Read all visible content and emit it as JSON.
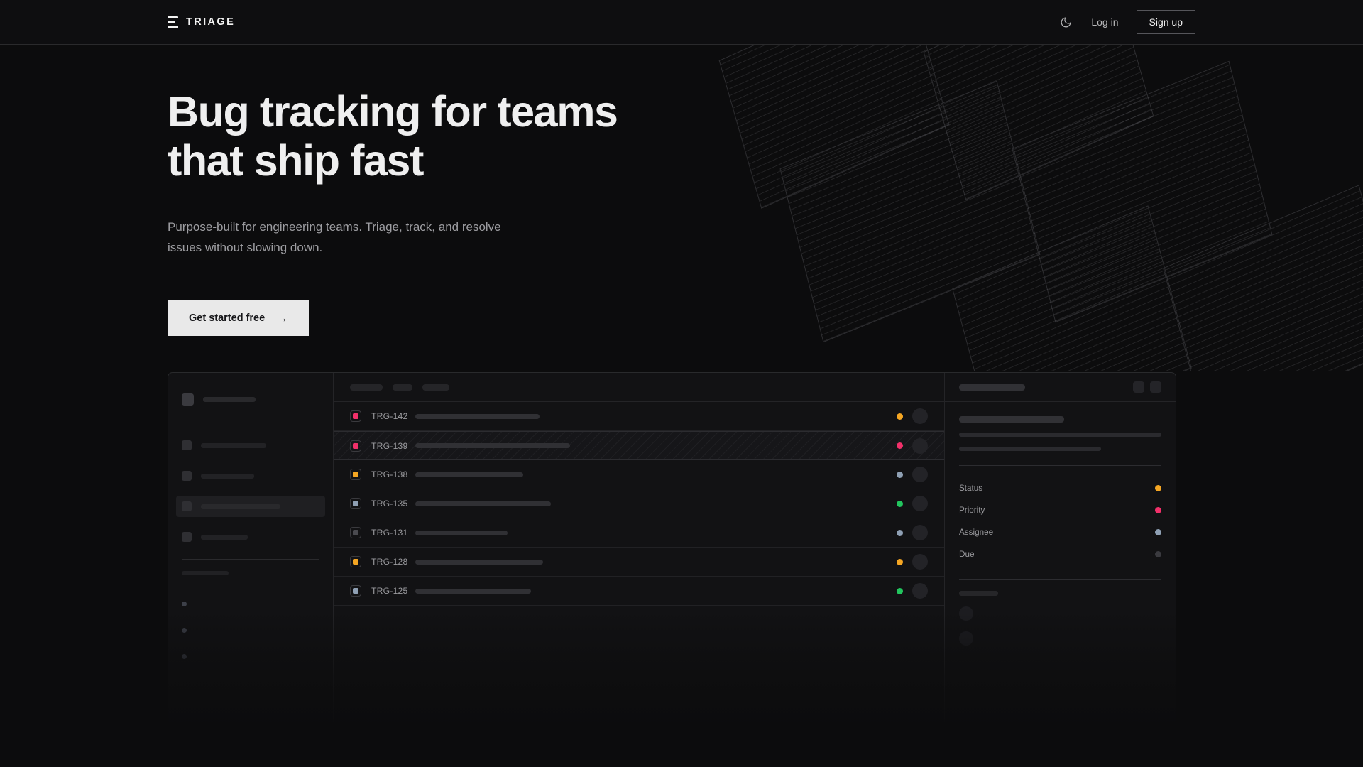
{
  "brand": {
    "name": "TRIAGE",
    "logo_icon": "stacked-bars-icon"
  },
  "nav": {
    "theme_toggle_icon": "moon-icon",
    "login_label": "Log in",
    "signup_label": "Sign up"
  },
  "hero": {
    "heading": "Bug tracking for teams that ship fast",
    "subtitle": "Purpose-built for engineering teams. Triage, track, and resolve issues without slowing down.",
    "cta_label": "Get started free",
    "cta_arrow": "→"
  },
  "colors": {
    "page_bg": "#0c0c0d",
    "header_bg": "#0e0e10",
    "panel_bg": "#121214",
    "border": "#2a2a2c",
    "text_primary": "#efefef",
    "text_muted": "#9d9da1",
    "cta_bg": "#e9e9e9",
    "cta_text": "#17171a",
    "accent_pink": "#f2306a",
    "accent_amber": "#f5a623",
    "accent_green": "#22c55e",
    "accent_blue_gray": "#8fa0b4",
    "accent_gray": "#4a4a4f"
  },
  "mock": {
    "sidebar": {
      "nav_items": [
        {
          "active": false,
          "width": 92
        },
        {
          "active": false,
          "width": 75
        },
        {
          "active": true,
          "width": 112
        },
        {
          "active": false,
          "width": 66
        }
      ],
      "logo_label_width": 74,
      "mini_items": 3
    },
    "list": {
      "header_chips": [
        46,
        28,
        38
      ],
      "rows": [
        {
          "id": "TRG-142",
          "priority_color": "#f2306a",
          "status_color": "#f5a623",
          "title_width": 175,
          "selected": false
        },
        {
          "id": "TRG-139",
          "priority_color": "#f2306a",
          "status_color": "#f2306a",
          "title_width": 218,
          "selected": true
        },
        {
          "id": "TRG-138",
          "priority_color": "#f5a623",
          "status_color": "#8fa0b4",
          "title_width": 152,
          "selected": false
        },
        {
          "id": "TRG-135",
          "priority_color": "#8fa0b4",
          "status_color": "#22c55e",
          "title_width": 191,
          "selected": false
        },
        {
          "id": "TRG-131",
          "priority_color": "#4a4a4f",
          "status_color": "#8fa0b4",
          "title_width": 130,
          "selected": false
        },
        {
          "id": "TRG-128",
          "priority_color": "#f5a623",
          "status_color": "#f5a623",
          "title_width": 180,
          "selected": false
        },
        {
          "id": "TRG-125",
          "priority_color": "#8fa0b4",
          "status_color": "#22c55e",
          "title_width": 163,
          "selected": false
        }
      ]
    },
    "detail": {
      "header_buttons": 2,
      "fields": [
        {
          "label": "Status",
          "value_color": "#f5a623"
        },
        {
          "label": "Priority",
          "value_color": "#f2306a"
        },
        {
          "label": "Assignee",
          "value_color": "#8fa0b4"
        },
        {
          "label": "Due",
          "value_color": "#3a3a3f"
        }
      ],
      "body_line_widths": [
        148,
        285,
        200
      ],
      "avatars": 2
    }
  }
}
